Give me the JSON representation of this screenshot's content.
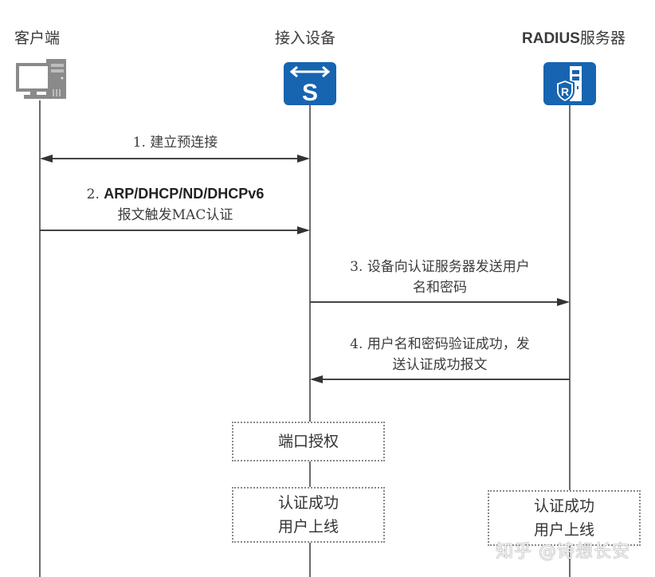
{
  "lifelines": {
    "client": {
      "title": "客户端",
      "icon": "computer-icon"
    },
    "access_device": {
      "title": "接入设备",
      "icon": "switch-icon",
      "icon_letter": "S"
    },
    "radius_server": {
      "title_en": "RADIUS",
      "title_cn": "服务器",
      "icon": "radius-server-icon",
      "icon_letter": "R"
    }
  },
  "messages": [
    {
      "step": "1.",
      "text": "建立预连接",
      "from": "client",
      "to": "access_device",
      "bidirectional": true
    },
    {
      "step": "2.",
      "text_bold": "ARP/DHCP/ND/DHCPv6",
      "text_line2": "报文触发MAC认证",
      "from": "client",
      "to": "access_device"
    },
    {
      "step": "3.",
      "text": "设备向认证服务器发送用户",
      "text_line2": "名和密码",
      "from": "access_device",
      "to": "radius_server"
    },
    {
      "step": "4.",
      "text": "用户名和密码验证成功，发",
      "text_line2": "送认证成功报文",
      "from": "radius_server",
      "to": "access_device"
    }
  ],
  "boxes": {
    "port_auth": "端口授权",
    "device_success_line1": "认证成功",
    "device_success_line2": "用户上线",
    "server_success_line1": "认证成功",
    "server_success_line2": "用户上线"
  },
  "colors": {
    "icon_blue": "#1764b0",
    "line": "#6b6b6b",
    "client_icon": "#8a8a8a"
  },
  "watermark": "知乎 @诗想长安"
}
